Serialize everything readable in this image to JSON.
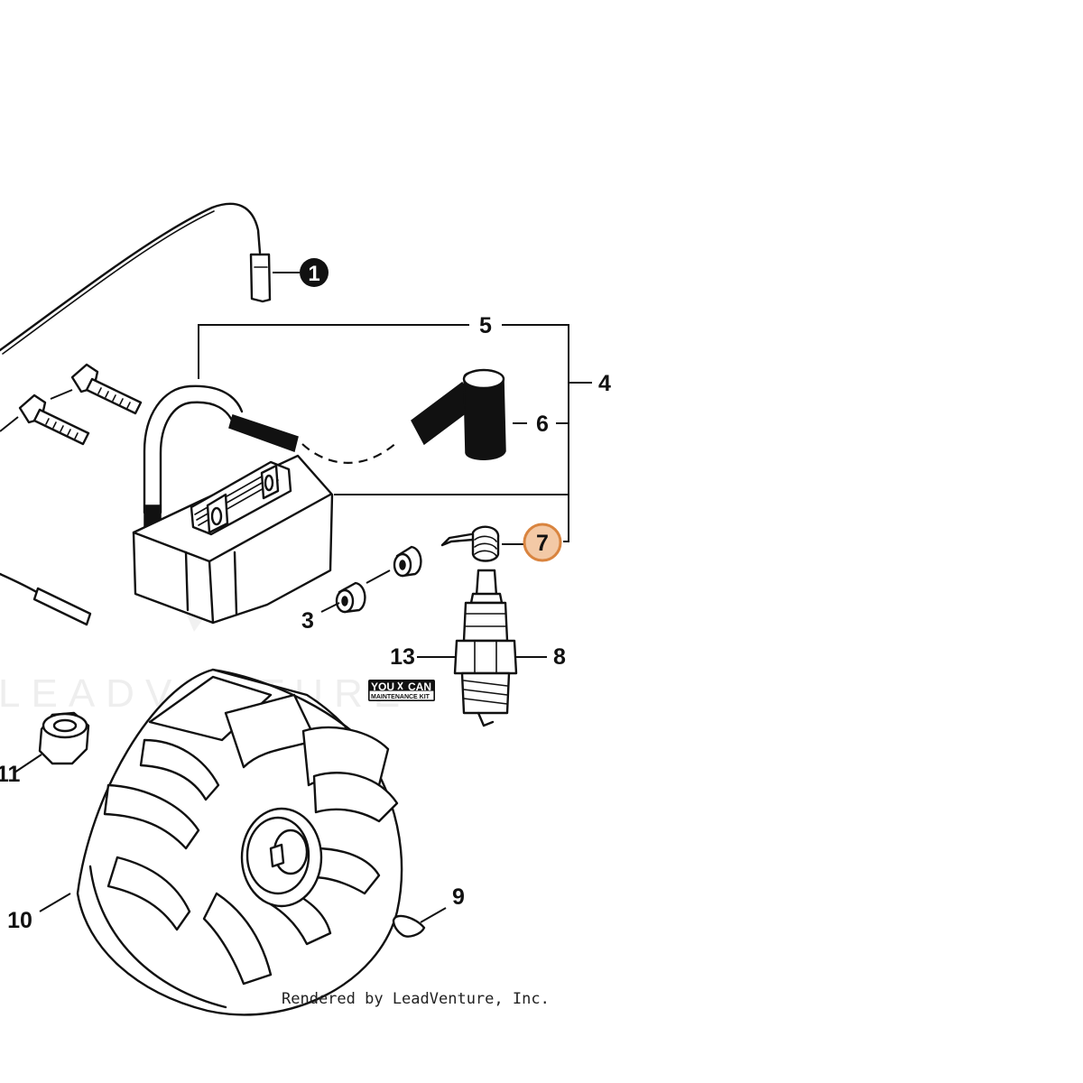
{
  "callouts": [
    {
      "number": "1",
      "style": "filled"
    },
    {
      "number": "3",
      "style": "plain"
    },
    {
      "number": "4",
      "style": "plain"
    },
    {
      "number": "5",
      "style": "plain"
    },
    {
      "number": "6",
      "style": "plain"
    },
    {
      "number": "7",
      "style": "highlighted"
    },
    {
      "number": "8",
      "style": "plain"
    },
    {
      "number": "9",
      "style": "plain"
    },
    {
      "number": "10",
      "style": "plain"
    },
    {
      "number": "11",
      "style": "plain"
    },
    {
      "number": "13",
      "style": "plain"
    }
  ],
  "badge": {
    "line1_left": "YOU",
    "line1_right": "CAN",
    "line2": "MAINTENANCE KIT"
  },
  "watermark": {
    "text": "LEADVENTURE"
  },
  "footer": {
    "text": "Rendered by LeadVenture, Inc."
  },
  "colors": {
    "ink": "#111111",
    "highlight_fill": "#f3c9a6",
    "highlight_stroke": "#d9843f",
    "watermark": "#eeeeee"
  }
}
